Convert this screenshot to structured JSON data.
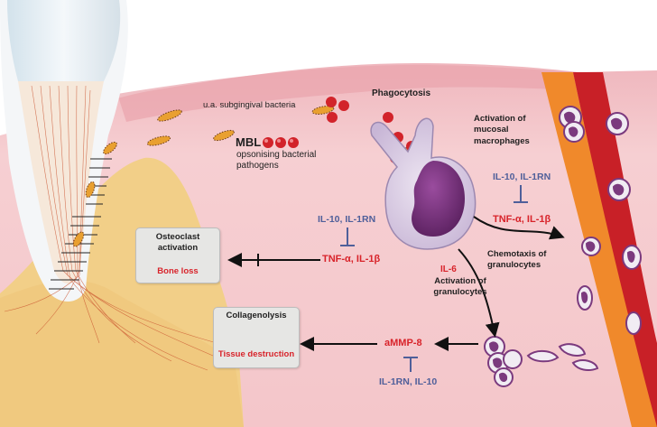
{
  "labels": {
    "bacteria": "u.a. subgingival bacteria",
    "phagocytosis": "Phagocytosis",
    "mbl": "MBL",
    "opsonising": "opsonising bacterial\npathogens",
    "activation_macrophages": "Activation of\nmucosal\nmacrophages",
    "il10_il1rn_right": "IL-10, IL-1RN",
    "tnf_right": "TNF-α, IL-1β",
    "il10_il1rn_mid": "IL-10, IL-1RN",
    "tnf_mid": "TNF-α, IL-1β",
    "chemotaxis": "Chemotaxis of\ngranulocytes",
    "il6": "IL-6",
    "activation_granulocytes": "Activation of\ngranulocytes",
    "ammp8": "aMMP-8",
    "il1rn_il10_bottom": "IL-1RN, IL-10"
  },
  "boxes": {
    "osteoclast": {
      "title": "Osteoclast\nactivation",
      "result": "Bone loss"
    },
    "collagen": {
      "title": "Collagenolysis",
      "result": "Tissue destruction"
    }
  },
  "colors": {
    "tissue_pink": "#f2c3c7",
    "gum_pink": "#e89aa3",
    "bone_yellow": "#f2cf88",
    "vessel_orange": "#f0892b",
    "vessel_red": "#c82027",
    "cell_purple": "#7b3a7e",
    "red_text": "#d8232a",
    "blue_text": "#4f5f9a"
  }
}
